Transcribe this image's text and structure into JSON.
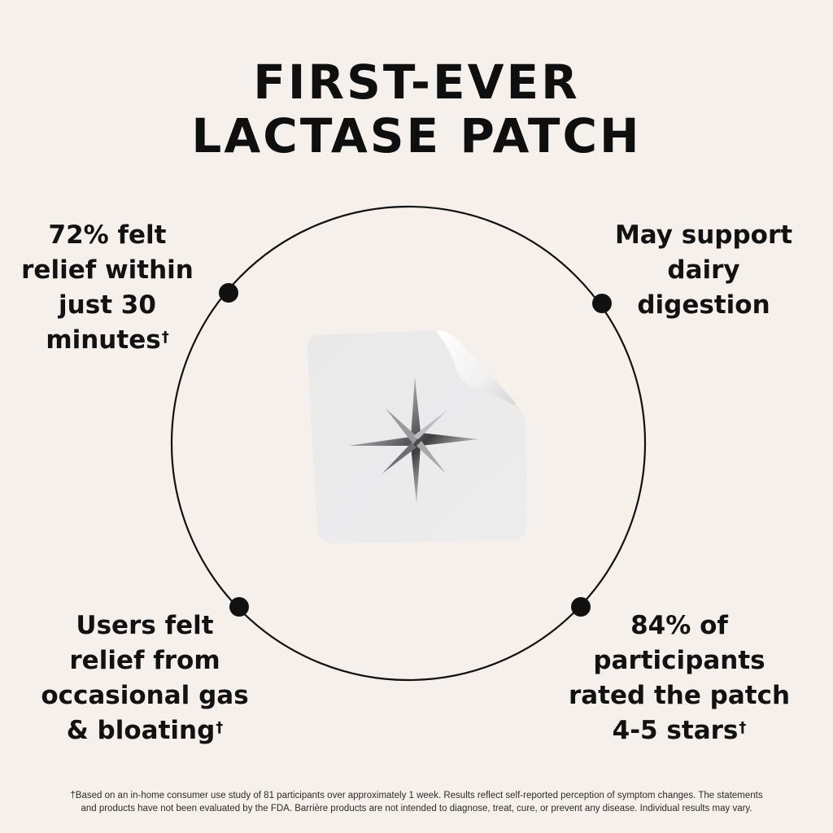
{
  "headline": {
    "line1": "FIRST-EVER",
    "line2": "LACTASE PATCH"
  },
  "colors": {
    "background": "#f6f0ec",
    "text": "#111111",
    "ring": "#111111",
    "patch": "#ececed"
  },
  "callouts": {
    "top_left": {
      "lines": [
        "72% felt",
        "relief within",
        "just 30",
        "minutes"
      ],
      "dagger": "†"
    },
    "top_right": {
      "lines": [
        "May support",
        "dairy",
        "digestion"
      ]
    },
    "bottom_left": {
      "lines": [
        "Users felt",
        "relief from",
        "occasional gas",
        "& bloating"
      ],
      "dagger": "†"
    },
    "bottom_right": {
      "lines": [
        "84% of",
        "participants",
        "rated the patch",
        "4-5 stars"
      ],
      "dagger": "†"
    }
  },
  "product_image": {
    "icon": "silver-star-icon",
    "description_name": "lactase-patch"
  },
  "disclaimer": {
    "line1": "†Based on an in-home consumer use study of 81 participants over approximately 1 week. Results reflect self-reported perception of symptom changes. The statements",
    "line2": "and products have not been evaluated by the FDA. Barrière products are not intended to diagnose, treat, cure, or prevent any disease. Individual results may vary."
  }
}
